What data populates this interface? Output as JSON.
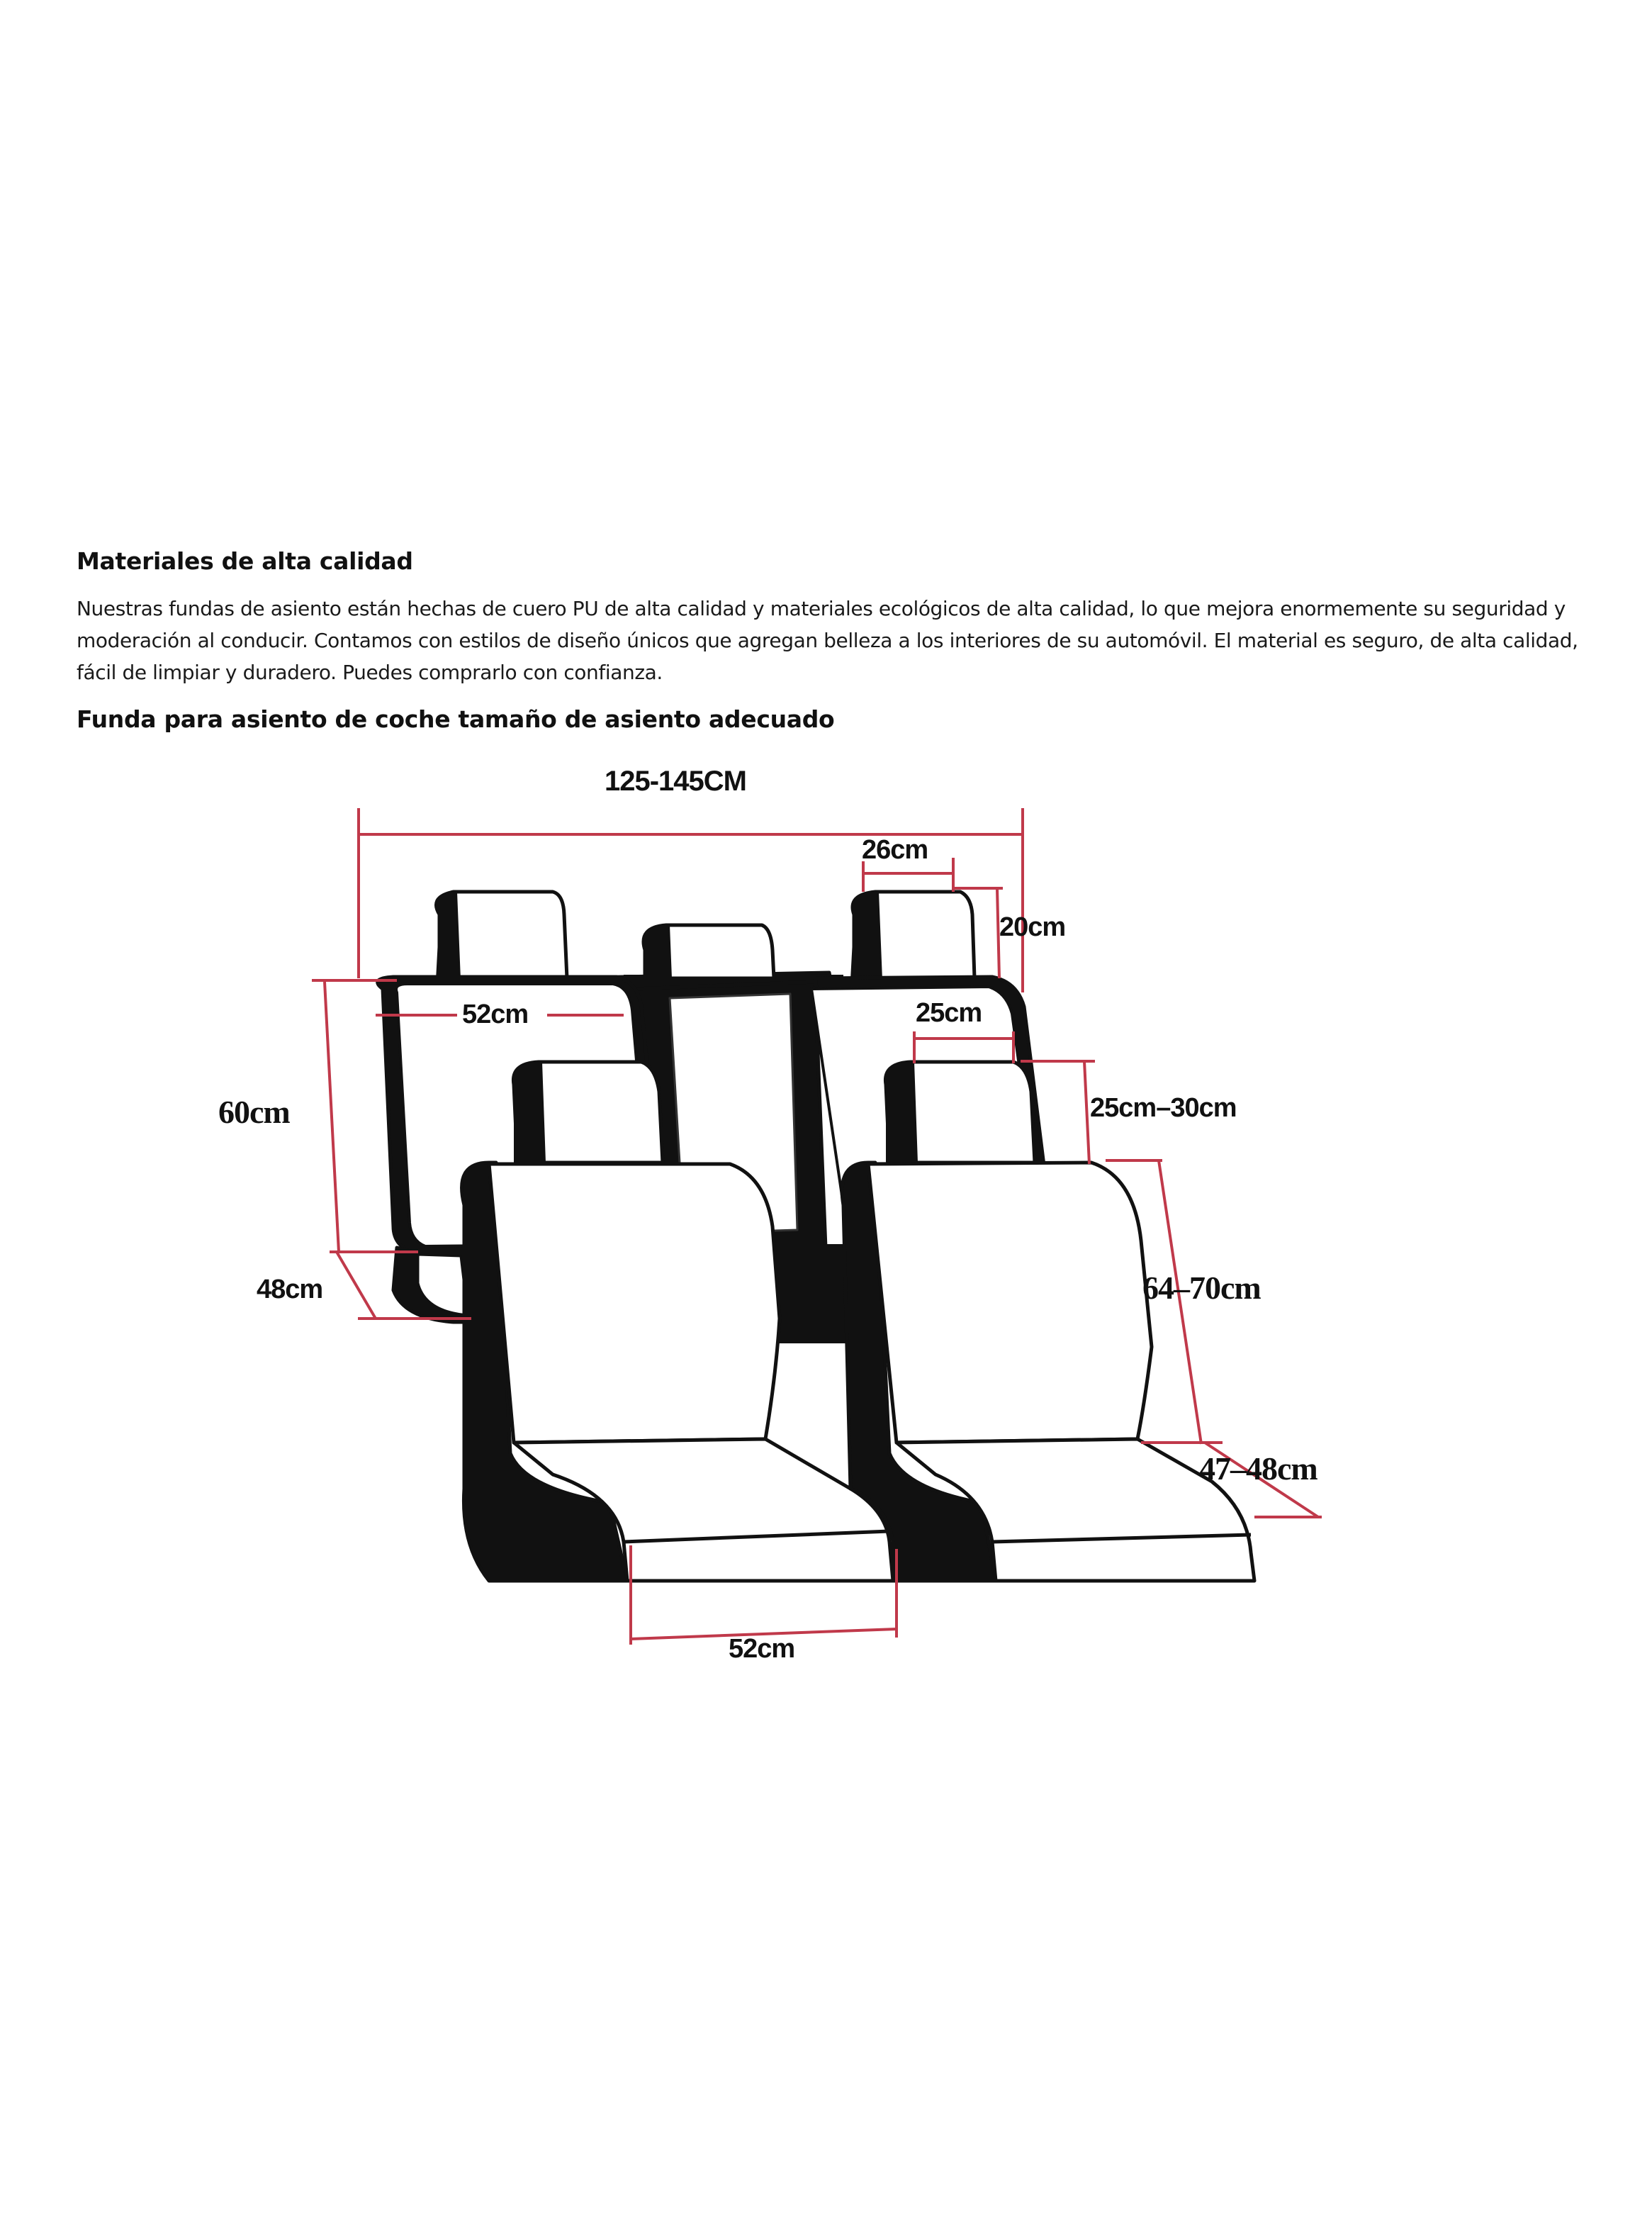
{
  "section_materials": {
    "heading": "Materiales de alta calidad",
    "body": "Nuestras fundas de asiento están hechas de cuero PU de alta calidad y materiales ecológicos de alta calidad, lo que mejora enormemente su seguridad y moderación al conducir. Contamos con estilos de diseño únicos que agregan belleza a los interiores de su automóvil. El material es seguro, de alta calidad, fácil de limpiar y duradero. Puedes comprarlo con confianza."
  },
  "section_size": {
    "heading": "Funda para asiento de coche tamaño de asiento adecuado"
  },
  "diagram": {
    "line_color": "#c0394a",
    "labels": {
      "total_width": "125-145CM",
      "rear_headrest_width": "26cm",
      "rear_headrest_height": "20cm",
      "rear_backrest_width": "52cm",
      "front_headrest_width": "25cm",
      "rear_backrest_height": "60cm",
      "front_headrest_height": "25cm–30cm",
      "rear_seat_depth": "48cm",
      "front_backrest_height": "64–70cm",
      "front_seat_depth": "47–48cm",
      "front_seat_width": "52cm"
    }
  }
}
